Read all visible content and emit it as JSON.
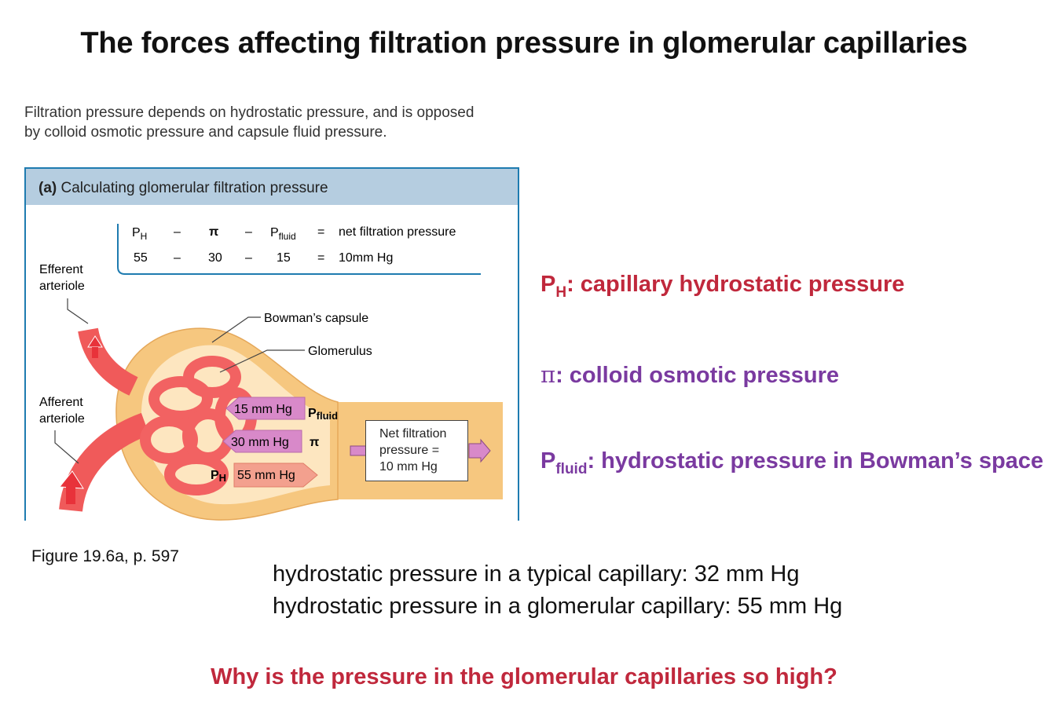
{
  "title": "The forces affecting filtration pressure in glomerular capillaries",
  "caption": "Filtration pressure depends on hydrostatic pressure, and is opposed by colloid osmotic pressure and capsule fluid pressure.",
  "panel": {
    "letter": "(a)",
    "heading": "Calculating glomerular filtration pressure",
    "equation_symbols": {
      "ph": "P",
      "ph_sub": "H",
      "pi": "π",
      "pfluid": "P",
      "pfluid_sub": "fluid",
      "minus": "–",
      "equals": "=",
      "result_label": "net filtration pressure"
    },
    "equation_values": {
      "ph": "55",
      "pi": "30",
      "pfluid": "15",
      "result": "10mm Hg"
    },
    "labels": {
      "efferent_line1": "Efferent",
      "efferent_line2": "arteriole",
      "afferent_line1": "Afferent",
      "afferent_line2": "arteriole",
      "bowmans": "Bowman’s capsule",
      "glomerulus": "Glomerulus"
    },
    "arrows": {
      "pfluid_value": "15 mm Hg",
      "pfluid_sym": "P",
      "pfluid_sub": "fluid",
      "pi_value": "30 mm Hg",
      "pi_sym": "π",
      "ph_sym": "P",
      "ph_sub": "H",
      "ph_value": "55 mm Hg"
    },
    "net_box": {
      "line1": "Net filtration",
      "line2": "pressure =",
      "line3": "10 mm Hg"
    },
    "colors": {
      "vessel": "#f05a5a",
      "capsule": "#f6c77f",
      "pink_arrow": "#d889c9",
      "salmon_arrow": "#f3a08e",
      "panel_border": "#1e7bb0",
      "panel_head": "#b5cde0"
    }
  },
  "figure_ref": "Figure 19.6a, p. 597",
  "definitions": {
    "ph_sym": "P",
    "ph_sub": "H",
    "ph_text": ":  capillary hydrostatic pressure",
    "pi_sym": "π",
    "pi_text": ":  colloid osmotic pressure",
    "pf_sym": "P",
    "pf_sub": "fluid",
    "pf_text": ":  hydrostatic pressure in Bowman’s space"
  },
  "notes": {
    "line1": "hydrostatic pressure in a typical capillary:  32 mm Hg",
    "line2": "hydrostatic pressure in a glomerular capillary:  55 mm Hg"
  },
  "question": "Why is the pressure in the glomerular capillaries so high?",
  "accent_colors": {
    "red": "#c0283c",
    "purple": "#7a3aa0"
  }
}
